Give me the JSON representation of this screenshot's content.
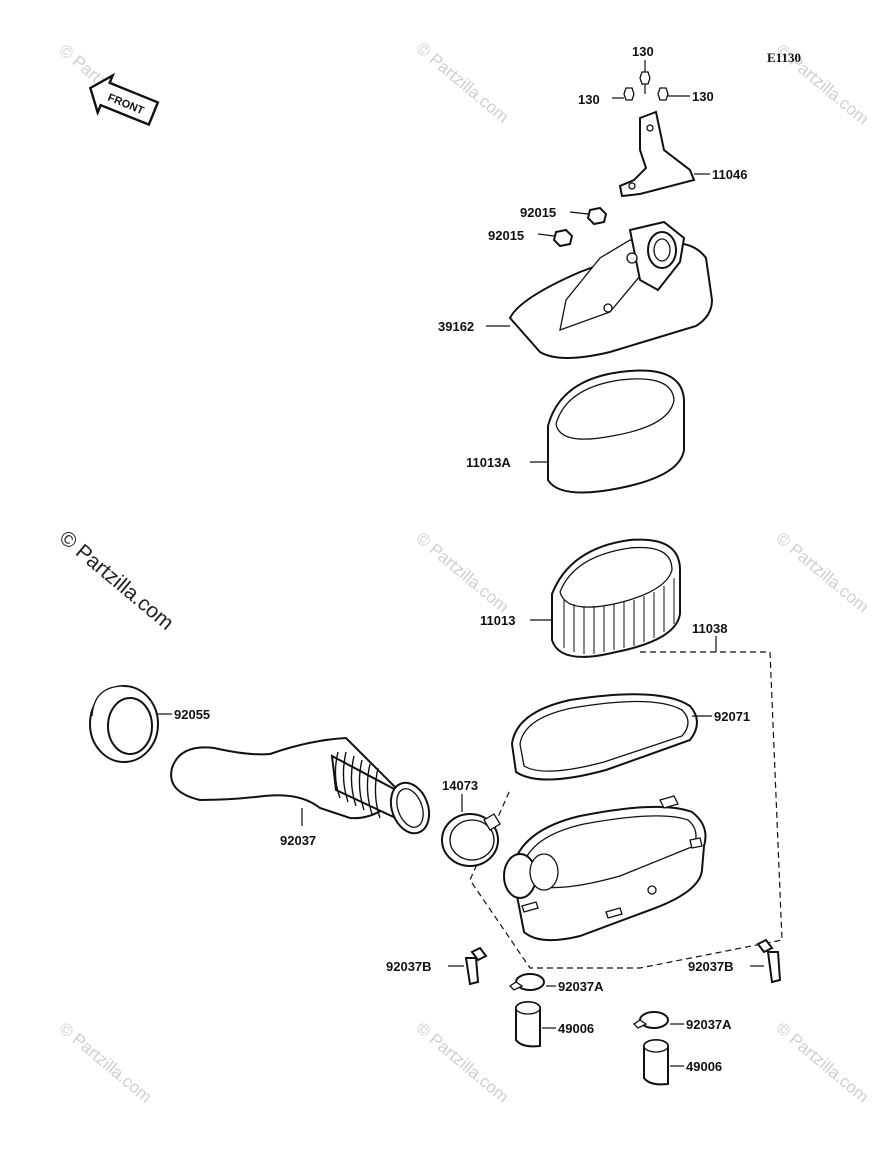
{
  "diagram_code": "E1130",
  "front_label": "FRONT",
  "main_watermark": "© Partzilla.com",
  "watermark_text": "© Partzilla.com",
  "labels": [
    {
      "id": "130-top",
      "text": "130"
    },
    {
      "id": "130-left",
      "text": "130"
    },
    {
      "id": "130-right",
      "text": "130"
    },
    {
      "id": "11046",
      "text": "11046"
    },
    {
      "id": "92015-a",
      "text": "92015"
    },
    {
      "id": "92015-b",
      "text": "92015"
    },
    {
      "id": "39162",
      "text": "39162"
    },
    {
      "id": "11013A",
      "text": "11013A"
    },
    {
      "id": "11013",
      "text": "11013"
    },
    {
      "id": "11038",
      "text": "11038"
    },
    {
      "id": "92071",
      "text": "92071"
    },
    {
      "id": "92055",
      "text": "92055"
    },
    {
      "id": "92037",
      "text": "92037"
    },
    {
      "id": "14073",
      "text": "14073"
    },
    {
      "id": "92037B-left",
      "text": "92037B"
    },
    {
      "id": "92037B-right",
      "text": "92037B"
    },
    {
      "id": "92037A-a",
      "text": "92037A"
    },
    {
      "id": "92037A-b",
      "text": "92037A"
    },
    {
      "id": "49006-a",
      "text": "49006"
    },
    {
      "id": "49006-b",
      "text": "49006"
    }
  ]
}
